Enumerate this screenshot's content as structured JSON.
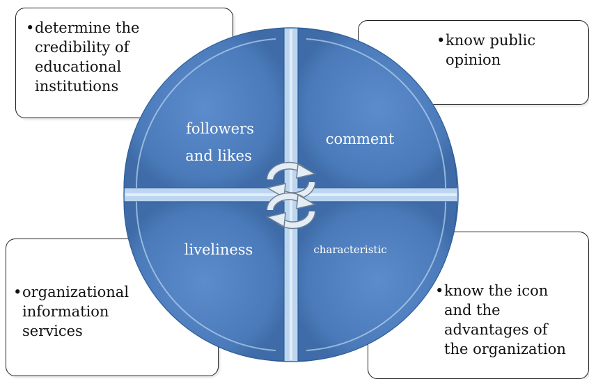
{
  "center_quadrants": {
    "top_left": {
      "line1": "followers",
      "line2": "and likes"
    },
    "top_right": {
      "label": "comment"
    },
    "bottom_left": {
      "label": "liveliness"
    },
    "bottom_right": {
      "label": "characteristic"
    }
  },
  "outer_boxes": {
    "top_left": {
      "lines": [
        "determine the",
        "credibility of",
        "educational",
        "institutions"
      ]
    },
    "top_right": {
      "lines": [
        "know public",
        "opinion"
      ]
    },
    "bottom_left": {
      "lines": [
        "organizational",
        "information",
        "services"
      ]
    },
    "bottom_right": {
      "lines": [
        "know the icon",
        "and the",
        "advantages of",
        "the organization"
      ]
    }
  },
  "colors": {
    "quadrant_fill": "#4f7fbf",
    "quadrant_edge": "#2f5e96",
    "separator": "#cfe3f7",
    "arrow_fill": "#e4ecf6",
    "arrow_stroke": "#6f7f90",
    "box_border": "#1e1e1e"
  },
  "icons": [
    "circular-arrow-icon",
    "circular-arrow-icon"
  ]
}
